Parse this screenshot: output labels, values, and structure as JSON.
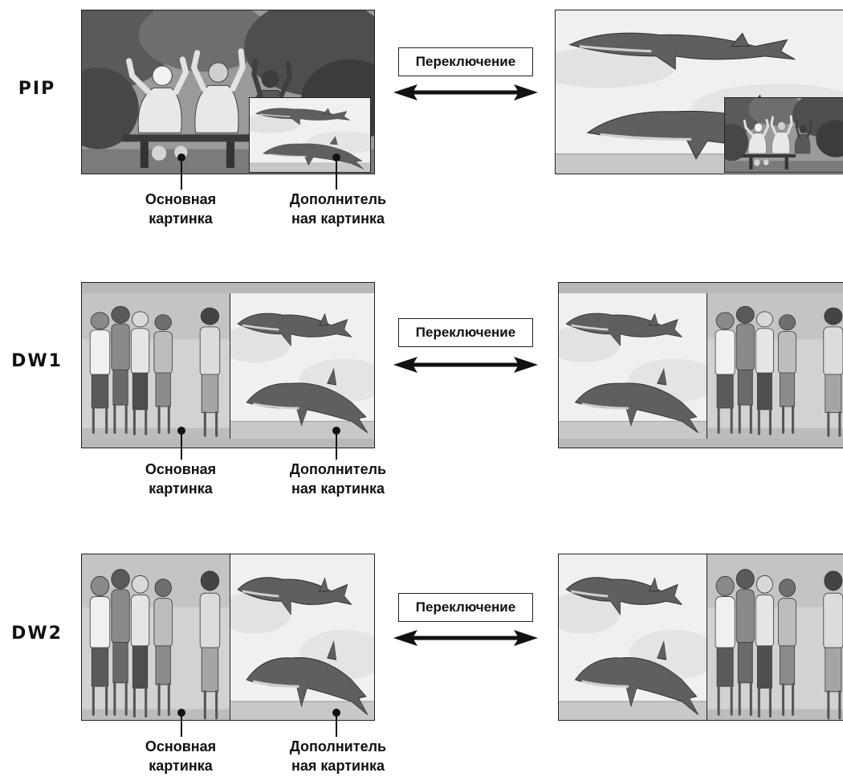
{
  "rows": [
    {
      "mode": "PIP",
      "switch_label": "Переключение",
      "main_caption": [
        "Основная",
        "картинка"
      ],
      "sub_caption": [
        "Дополнитель",
        "ная картинка"
      ]
    },
    {
      "mode": "DW1",
      "switch_label": "Переключение",
      "main_caption": [
        "Основная",
        "картинка"
      ],
      "sub_caption": [
        "Дополнитель",
        "ная картинка"
      ]
    },
    {
      "mode": "DW2",
      "switch_label": "Переключение",
      "main_caption": [
        "Основная",
        "картинка"
      ],
      "sub_caption": [
        "Дополнитель",
        "ная картинка"
      ]
    }
  ]
}
